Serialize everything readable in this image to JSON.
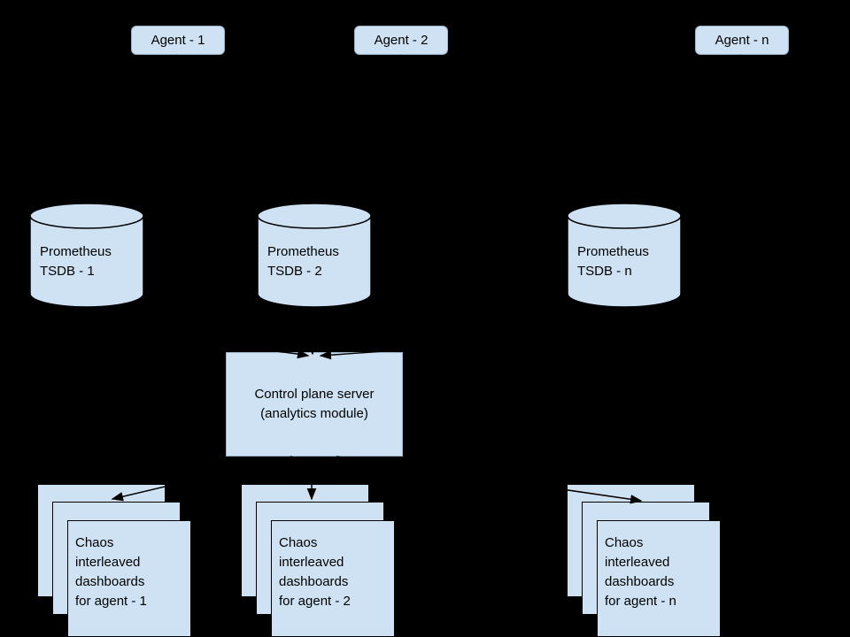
{
  "colors": {
    "background": "#000000",
    "shape_fill": "#cfe2f3",
    "line_color": "#000000",
    "text_color": "#000000"
  },
  "agents": [
    {
      "label": "Agent - 1"
    },
    {
      "label": "Agent - 2"
    },
    {
      "label": "Agent - n"
    }
  ],
  "databases": [
    {
      "line1": "Prometheus",
      "line2": "TSDB - 1"
    },
    {
      "line1": "Prometheus",
      "line2": "TSDB - 2"
    },
    {
      "line1": "Prometheus",
      "line2": "TSDB - n"
    }
  ],
  "control": {
    "line1": "Control plane server",
    "line2": "(analytics module)"
  },
  "dashboards": [
    {
      "line1": "Chaos",
      "line2": "interleaved",
      "line3": "dashboards",
      "line4": "for agent - 1"
    },
    {
      "line1": "Chaos",
      "line2": "interleaved",
      "line3": "dashboards",
      "line4": "for agent - 2"
    },
    {
      "line1": "Chaos",
      "line2": "interleaved",
      "line3": "dashboards",
      "line4": "for agent - n"
    }
  ]
}
